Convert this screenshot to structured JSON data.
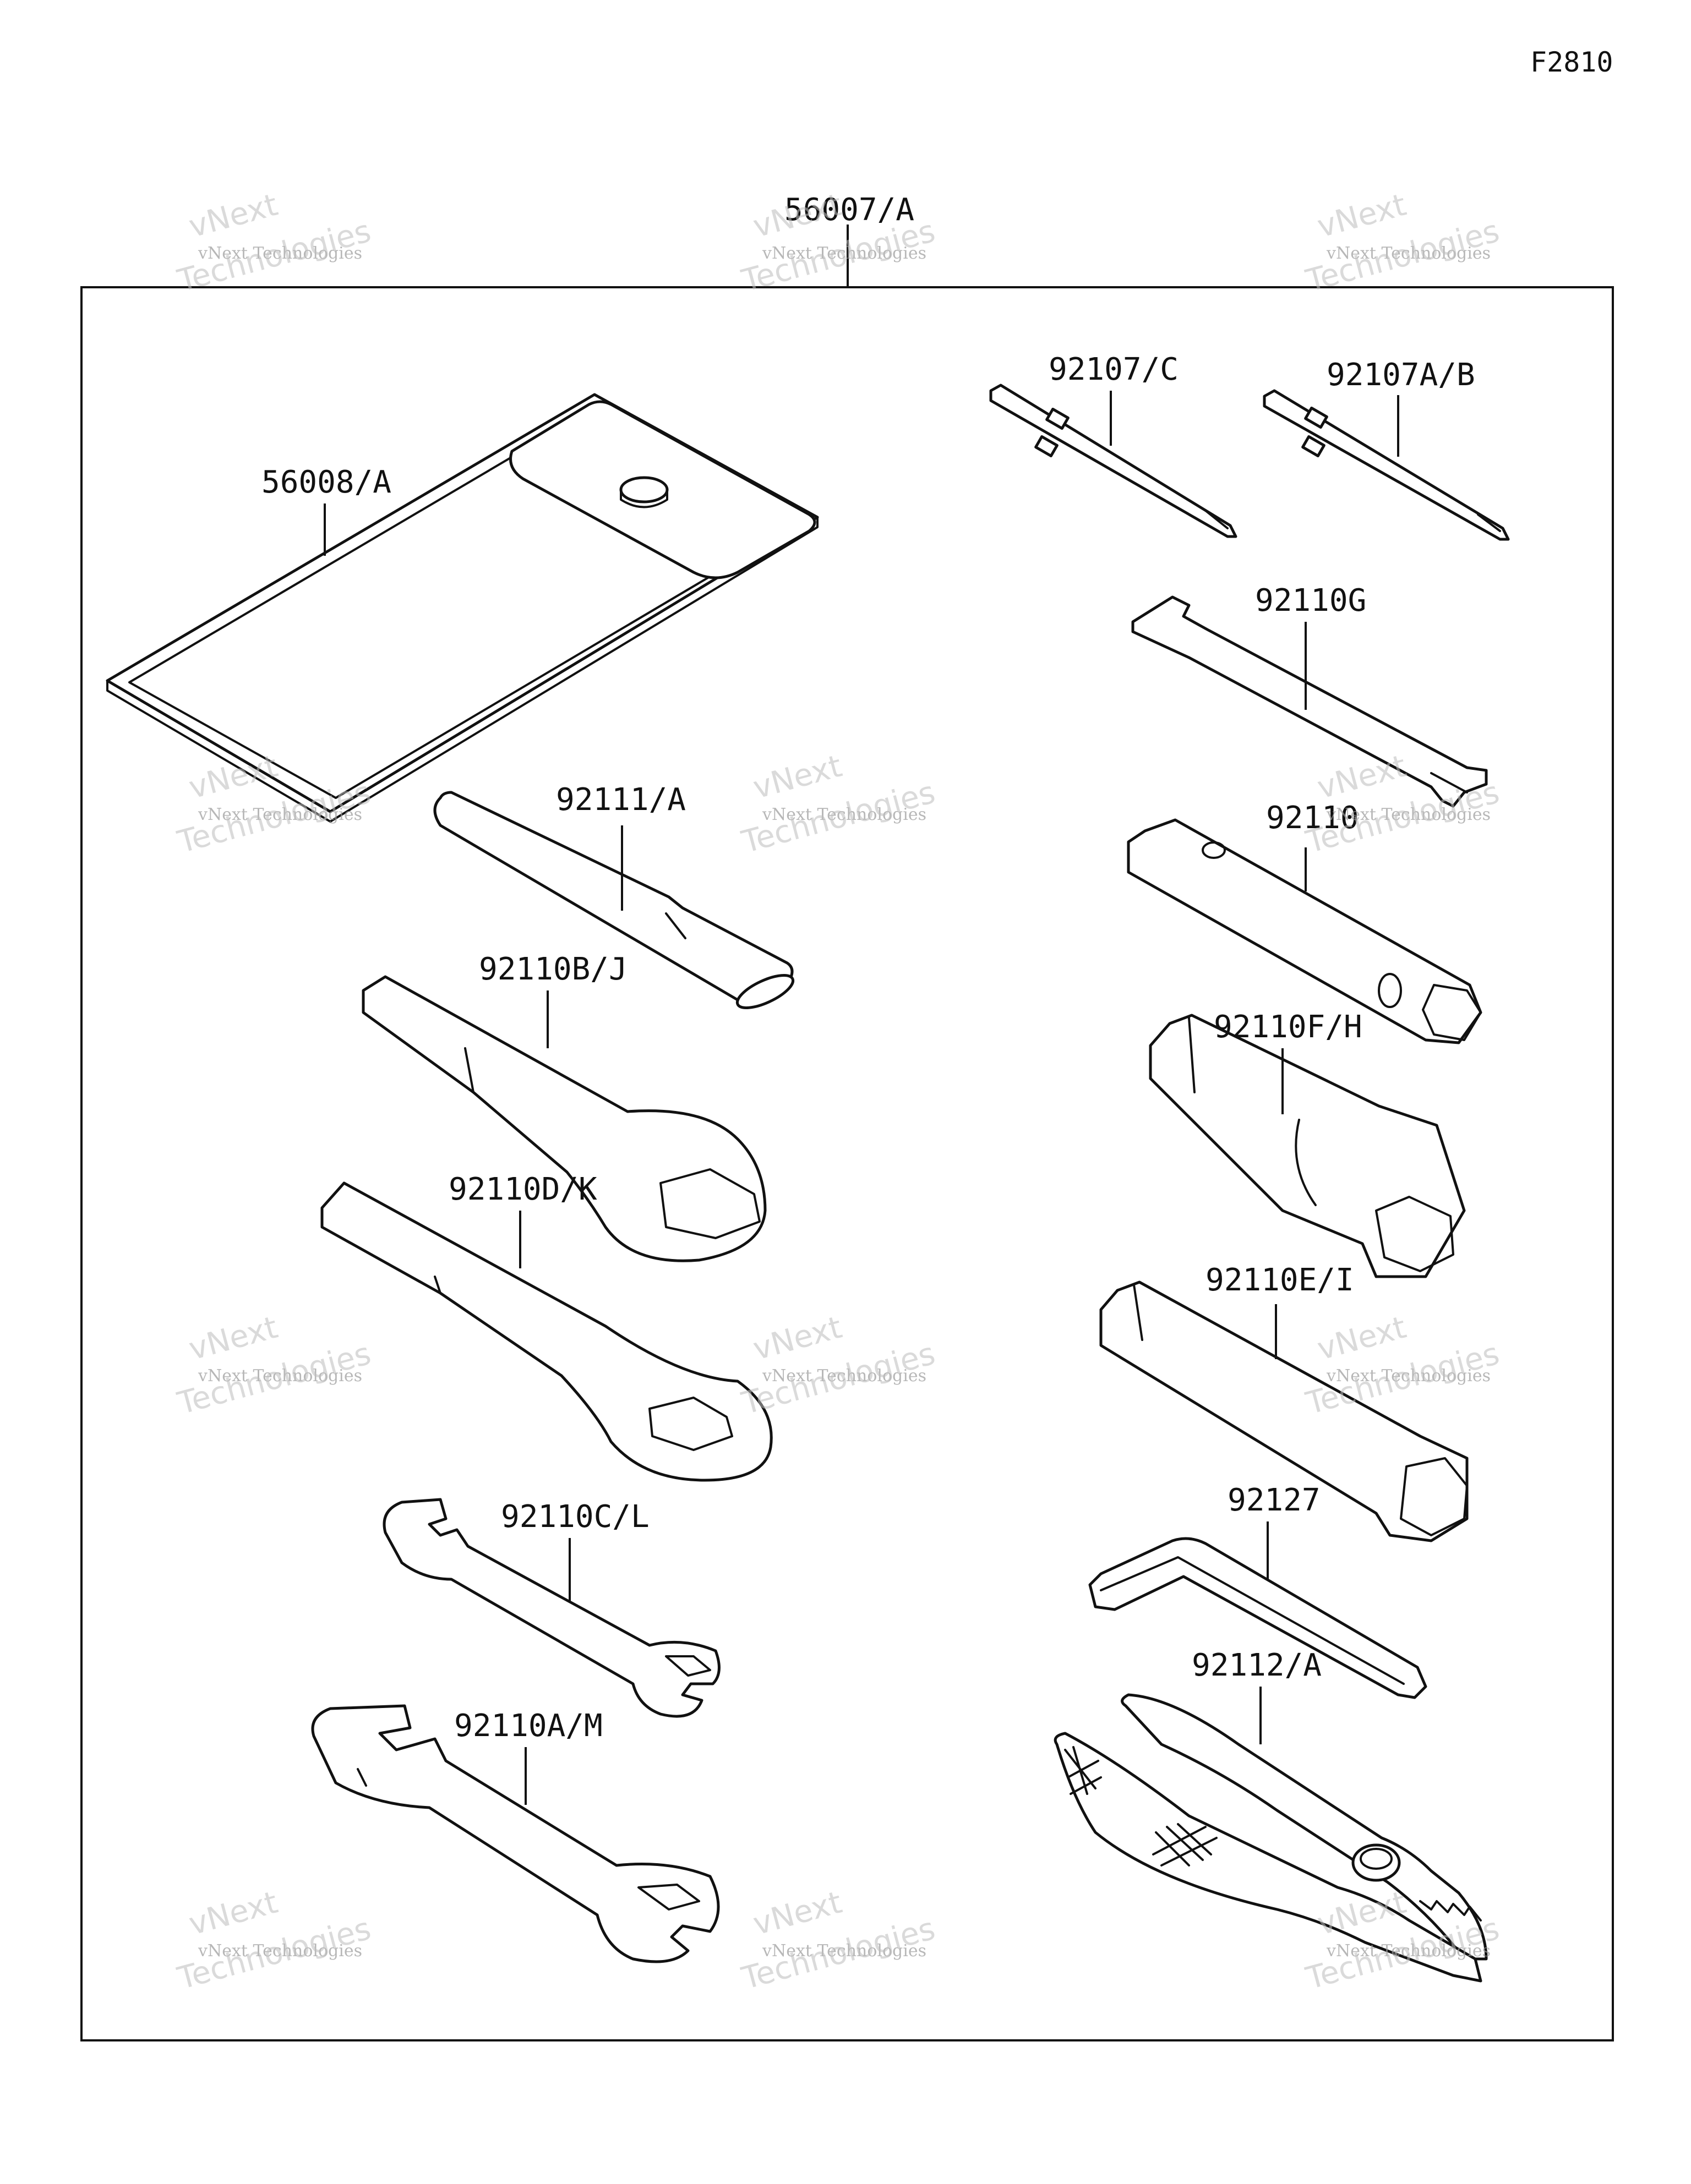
{
  "diagram_code": "F2810",
  "parts": [
    {
      "id": "56007",
      "label": "56007/A"
    },
    {
      "id": "56008",
      "label": "56008/A"
    },
    {
      "id": "92107",
      "label": "92107/C"
    },
    {
      "id": "92107A",
      "label": "92107A/B"
    },
    {
      "id": "92110G",
      "label": "92110G"
    },
    {
      "id": "92111",
      "label": "92111/A"
    },
    {
      "id": "92110",
      "label": "92110"
    },
    {
      "id": "92110BJ",
      "label": "92110B/J"
    },
    {
      "id": "92110FH",
      "label": "92110F/H"
    },
    {
      "id": "92110DK",
      "label": "92110D/K"
    },
    {
      "id": "92110EI",
      "label": "92110E/I"
    },
    {
      "id": "92110CL",
      "label": "92110C/L"
    },
    {
      "id": "92127",
      "label": "92127"
    },
    {
      "id": "92110AM",
      "label": "92110A/M"
    },
    {
      "id": "92112",
      "label": "92112/A"
    }
  ],
  "watermark": {
    "brand": "vNext",
    "small": "vNext Technologies",
    "big": "Technologies"
  }
}
